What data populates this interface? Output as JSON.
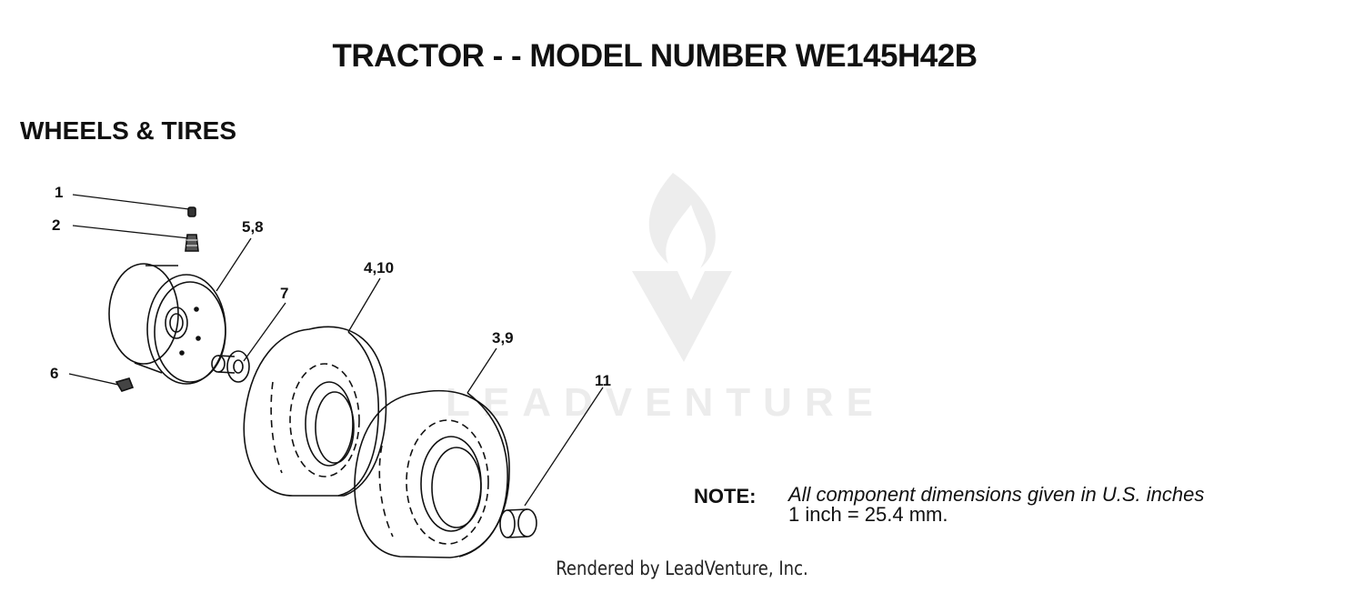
{
  "header": {
    "title": "TRACTOR - - MODEL NUMBER WE145H42B"
  },
  "section": {
    "title": "WHEELS & TIRES"
  },
  "callouts": [
    "1",
    "2",
    "5,8",
    "4,10",
    "7",
    "3,9",
    "6",
    "11"
  ],
  "note": {
    "label": "NOTE:",
    "line1": "All component dimensions given in U.S. inches",
    "line2": "1 inch = 25.4 mm."
  },
  "watermark": {
    "text": "LEADVENTURE"
  },
  "footer": {
    "text": "Rendered by LeadVenture, Inc."
  },
  "colors": {
    "ink": "#111111",
    "watermark": "#ececec"
  }
}
